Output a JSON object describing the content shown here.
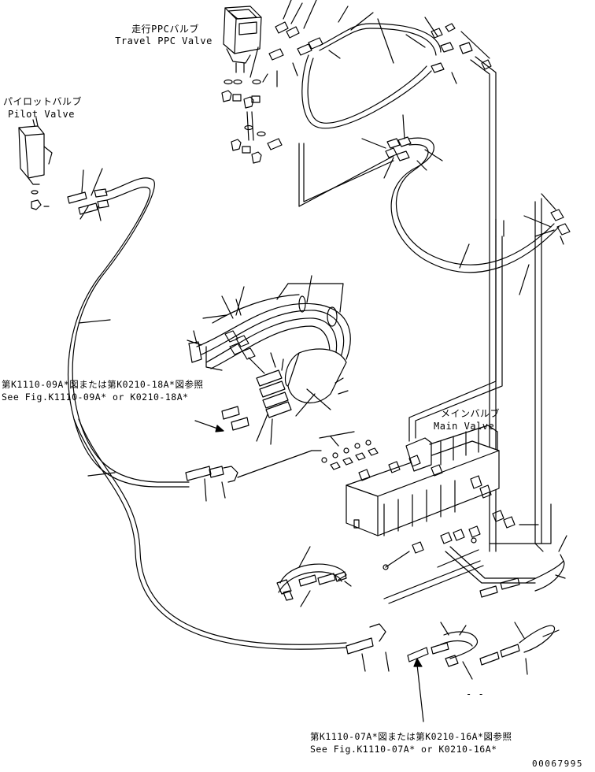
{
  "labels": {
    "travel_ppc_jp": "走行PPCバルブ",
    "travel_ppc_en": "Travel PPC Valve",
    "pilot_jp": "パイロットバルブ",
    "pilot_en": "Pilot Valve",
    "main_jp": "メインバルブ",
    "main_en": "Main Valve",
    "ref1_jp": "第K1110-09A*図または第K0210-18A*図参照",
    "ref1_en": "See Fig.K1110-09A* or K0210-18A*",
    "ref2_jp": "第K1110-07A*図または第K0210-16A*図参照",
    "ref2_en": "See Fig.K1110-07A* or K0210-16A*",
    "drawing_no": "00067995",
    "dash_mark": "- -"
  }
}
